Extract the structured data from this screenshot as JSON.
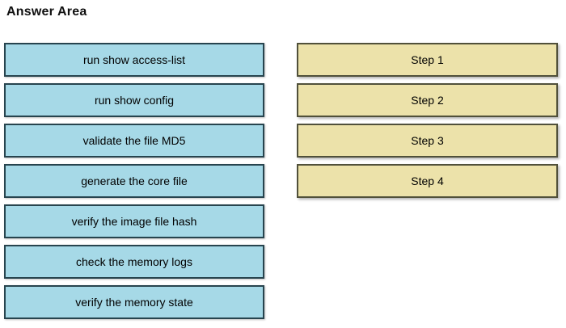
{
  "title": "Answer Area",
  "colors": {
    "option_fill": "#a6d9e7",
    "option_border": "#27444e",
    "step_fill": "#ece2aa",
    "step_border": "#50503a",
    "text": "#000000",
    "background": "#ffffff"
  },
  "options": [
    "run show access-list",
    "run show config",
    "validate the file MD5",
    "generate the core file",
    "verify the image file hash",
    "check the memory logs",
    "verify the memory state"
  ],
  "steps": [
    "Step 1",
    "Step 2",
    "Step 3",
    "Step 4"
  ]
}
